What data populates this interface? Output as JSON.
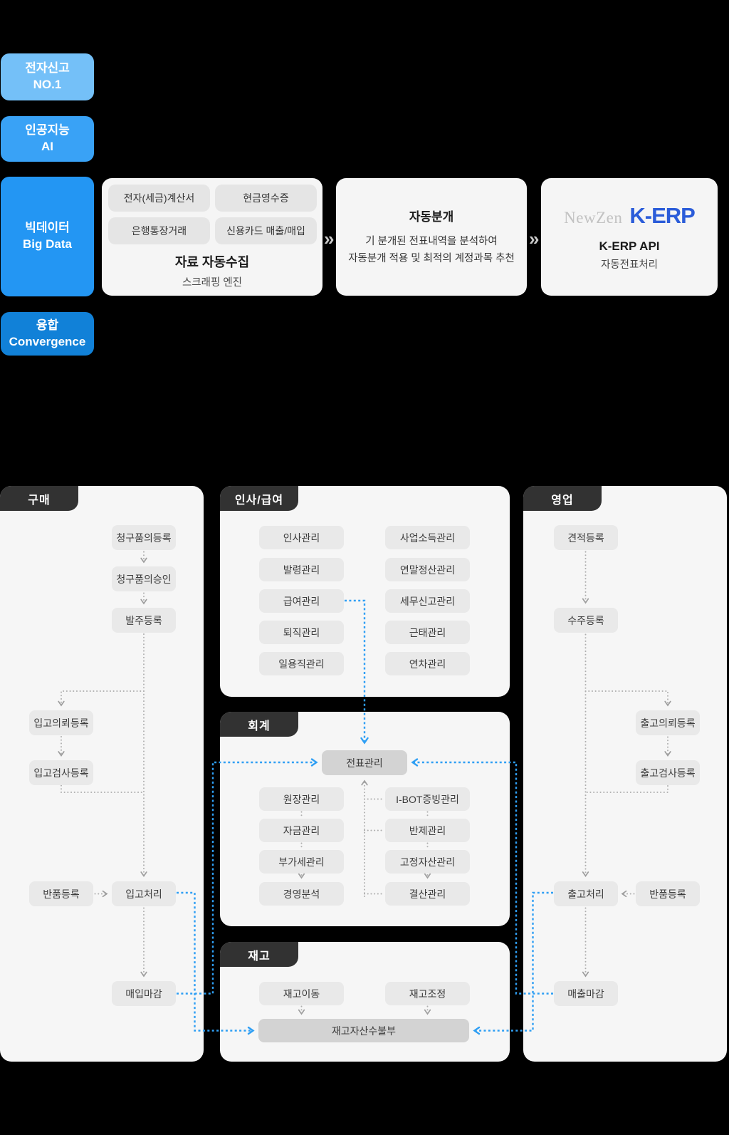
{
  "hero": {
    "badges": [
      {
        "line1": "전자신고",
        "line2": "NO.1",
        "color": "#74C0F8"
      },
      {
        "line1": "인공지능",
        "line2": "AI",
        "color": "#39A2F6"
      },
      {
        "line1": "빅데이터",
        "line2": "Big Data",
        "color": "#2396F3"
      },
      {
        "line1": "융합",
        "line2": "Convergence",
        "color": "#1181D8"
      }
    ],
    "chevron": "»",
    "step1": {
      "chips": [
        "전자(세금)계산서",
        "현금영수증",
        "은행통장거래",
        "신용카드 매출/매입"
      ],
      "title": "자료 자동수집",
      "subtitle": "스크래핑 엔진"
    },
    "step2": {
      "title": "자동분개",
      "line1": "기 분개된 전표내역을 분석하여",
      "line2": "자동분개 적용 및 최적의 계정과목 추천"
    },
    "step3": {
      "brand_gray": "NewZen",
      "brand_blue": "K-ERP",
      "title": "K-ERP API",
      "subtitle": "자동전표처리"
    }
  },
  "modules": {
    "purchase": {
      "tab": "구매",
      "request_reg": "청구품의등록",
      "request_approve": "청구품의승인",
      "order_reg": "발주등록",
      "receive_request": "입고의뢰등록",
      "receive_inspect": "입고검사등록",
      "return_reg": "반품등록",
      "receive_process": "입고처리",
      "purchase_close": "매입마감"
    },
    "hr": {
      "tab": "인사/급여",
      "left": [
        "인사관리",
        "발령관리",
        "급여관리",
        "퇴직관리",
        "일용직관리"
      ],
      "right": [
        "사업소득관리",
        "연말정산관리",
        "세무신고관리",
        "근태관리",
        "연차관리"
      ]
    },
    "accounting": {
      "tab": "회계",
      "slip": "전표관리",
      "left": [
        "원장관리",
        "자금관리",
        "부가세관리",
        "경영분석"
      ],
      "right": [
        "I-BOT증빙관리",
        "반제관리",
        "고정자산관리",
        "결산관리"
      ]
    },
    "inventory": {
      "tab": "재고",
      "move": "재고이동",
      "adjust": "재고조정",
      "ledger": "재고자산수불부"
    },
    "sales": {
      "tab": "영업",
      "quote_reg": "견적등록",
      "order_reg": "수주등록",
      "ship_request": "출고의뢰등록",
      "ship_inspect": "출고검사등록",
      "return_reg": "반품등록",
      "ship_process": "출고처리",
      "sales_close": "매출마감"
    }
  },
  "colors": {
    "accent_blue": "#2F9FF4",
    "wire_gray": "#AFAFAF",
    "brand_blue": "#2B5CD9",
    "panel_bg": "#F6F6F6",
    "tab_bg": "#323232",
    "node_bg": "#E9E9E9",
    "node_emphasis_bg": "#D3D3D3"
  }
}
